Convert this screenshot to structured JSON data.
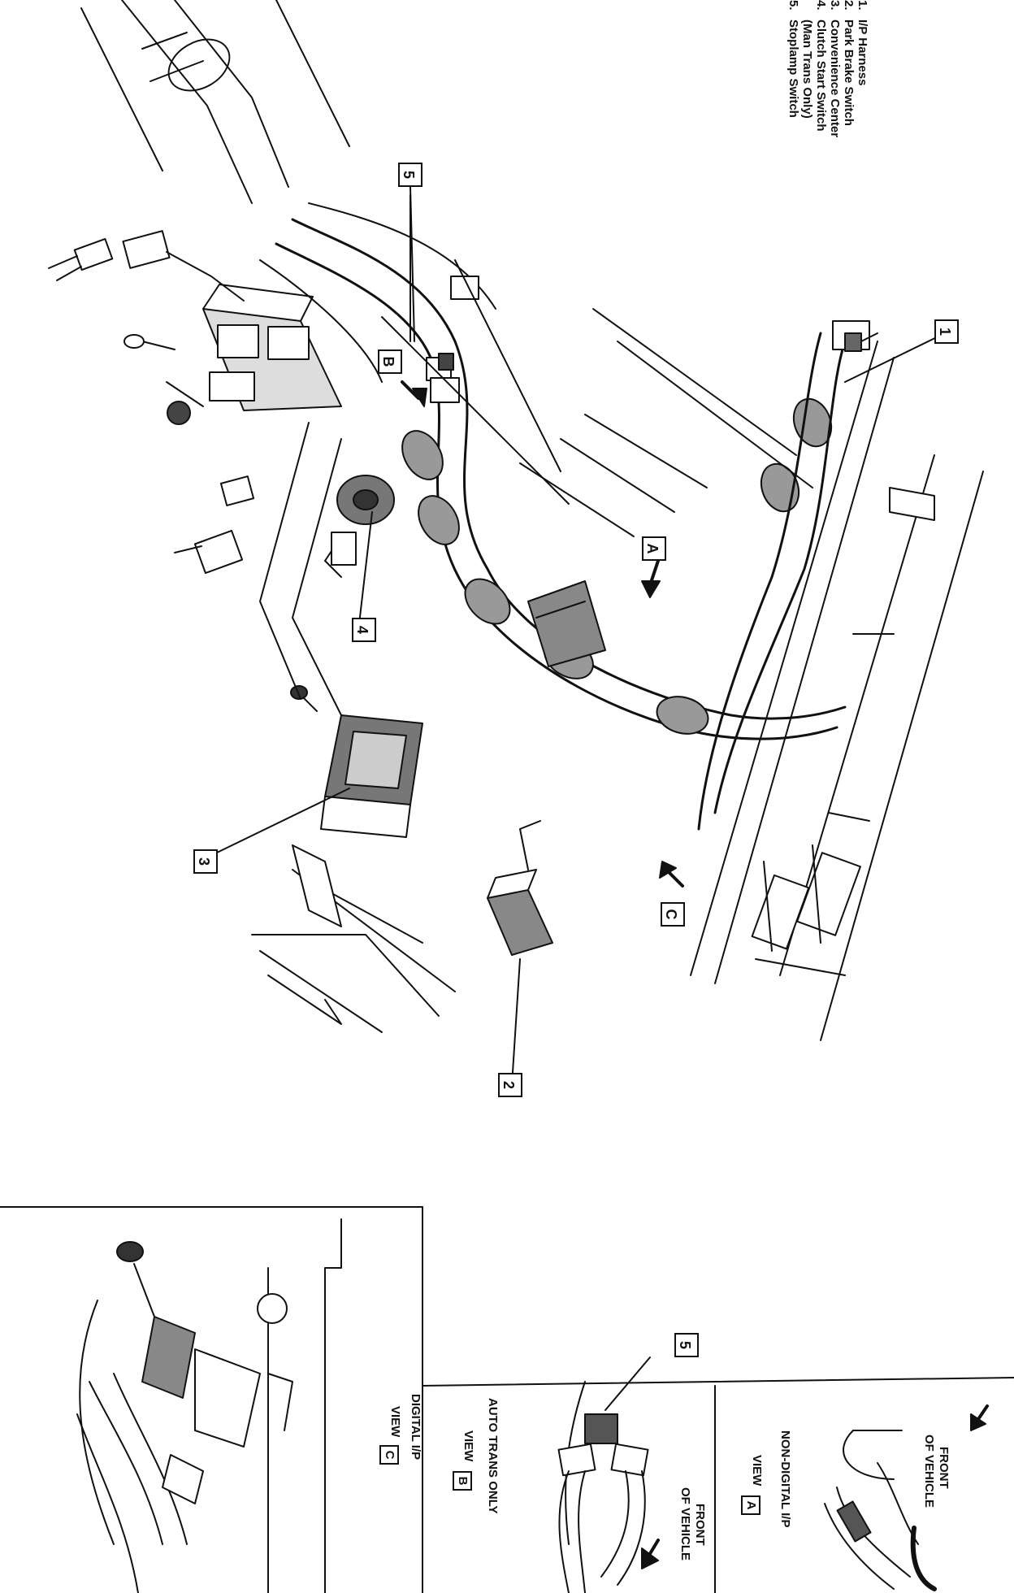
{
  "legend": [
    {
      "num": "1.",
      "text": "I/P Harness"
    },
    {
      "num": "2.",
      "text": "Park Brake Switch"
    },
    {
      "num": "3.",
      "text": "Convenience Center"
    },
    {
      "num": "4.",
      "text": "Clutch Start Switch"
    },
    {
      "num": "",
      "text": "(Man Trans Only)"
    },
    {
      "num": "5.",
      "text": "Stoplamp Switch"
    }
  ],
  "callouts": {
    "c1": "1",
    "c2": "2",
    "c3": "3",
    "c4": "4",
    "c5": "5",
    "view_a": "A",
    "view_b": "B",
    "view_c": "C"
  },
  "views": {
    "view_a": {
      "caption": "NON-DIGITAL I/P",
      "label": "VIEW",
      "letter": "A",
      "front_line1": "FRONT",
      "front_line2": "OF VEHICLE"
    },
    "view_b": {
      "caption": "AUTO TRANS ONLY",
      "label": "VIEW",
      "letter": "B",
      "front_line1": "FRONT",
      "front_line2": "OF VEHICLE",
      "callout": "5"
    },
    "view_c": {
      "caption": "DIGITAL I/P",
      "label": "VIEW",
      "letter": "C"
    }
  }
}
